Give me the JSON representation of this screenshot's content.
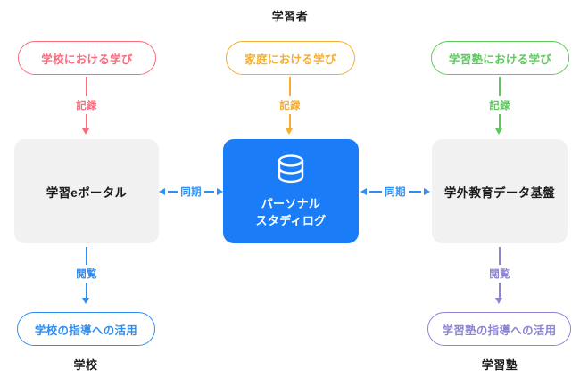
{
  "colors": {
    "pink": "#fb6b7e",
    "orange": "#f5ae33",
    "green": "#5ec95e",
    "blue_accent": "#2f8ef4",
    "blue_fill": "#1a7cf7",
    "purple": "#8c84d4",
    "gray_fill": "#f1f1f1",
    "text_dark": "#1a1a1a",
    "page_bg": "#ffffff"
  },
  "headings": {
    "top_center": "学習者",
    "bottom_left": "学校",
    "bottom_right": "学習塾"
  },
  "sources": [
    {
      "id": "school",
      "label": "学校における学び",
      "color": "#fb6b7e"
    },
    {
      "id": "home",
      "label": "家庭における学び",
      "color": "#f5ae33"
    },
    {
      "id": "cram",
      "label": "学習塾における学び",
      "color": "#5ec95e"
    }
  ],
  "record_connectors": [
    {
      "id": "record-school",
      "label": "記録",
      "color": "#fb6b7e"
    },
    {
      "id": "record-home",
      "label": "記録",
      "color": "#f5ae33"
    },
    {
      "id": "record-cram",
      "label": "記録",
      "color": "#5ec95e"
    }
  ],
  "platforms": {
    "left": {
      "label": "学習eポータル"
    },
    "center": {
      "label_line1": "パーソナル",
      "label_line2": "スタディログ",
      "icon": "database-icon"
    },
    "right": {
      "label": "学外教育データ基盤"
    }
  },
  "sync_connectors": [
    {
      "id": "sync-left",
      "label": "同期",
      "color": "#2f8ef4"
    },
    {
      "id": "sync-right",
      "label": "同期",
      "color": "#2f8ef4"
    }
  ],
  "view_connectors": [
    {
      "id": "view-school",
      "label": "閲覧",
      "color": "#2f8ef4"
    },
    {
      "id": "view-cram",
      "label": "閲覧",
      "color": "#8c84d4"
    }
  ],
  "outcomes": [
    {
      "id": "school-use",
      "label": "学校の指導への活用",
      "color": "#2f8ef4"
    },
    {
      "id": "cram-use",
      "label": "学習塾の指導への活用",
      "color": "#8c84d4"
    }
  ]
}
